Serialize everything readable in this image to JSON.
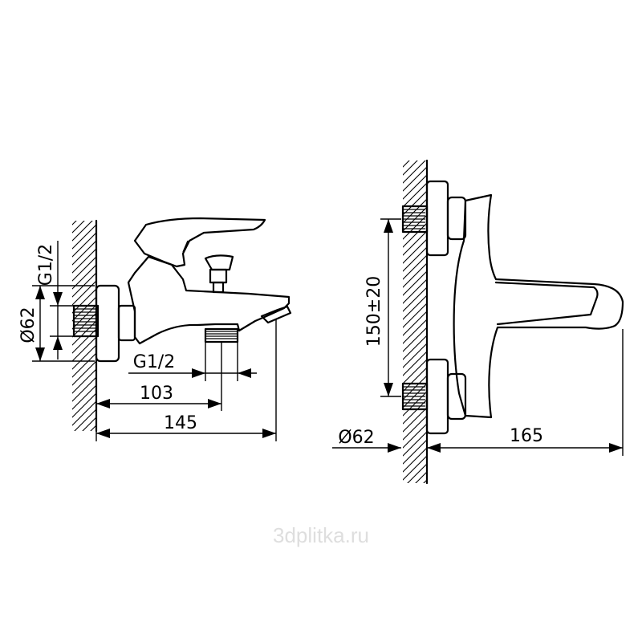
{
  "bath_mixer": {
    "dims": {
      "thread_top": "G1/2",
      "rosette_diameter": "Ø62",
      "thread_outlet": "G1/2",
      "outlet_distance": "103",
      "overall_depth": "145"
    }
  },
  "shower_mixer": {
    "dims": {
      "axis_distance": "150±20",
      "rosette_diameter": "Ø62",
      "overall_depth": "165"
    }
  },
  "watermark": "3dplitka.ru"
}
